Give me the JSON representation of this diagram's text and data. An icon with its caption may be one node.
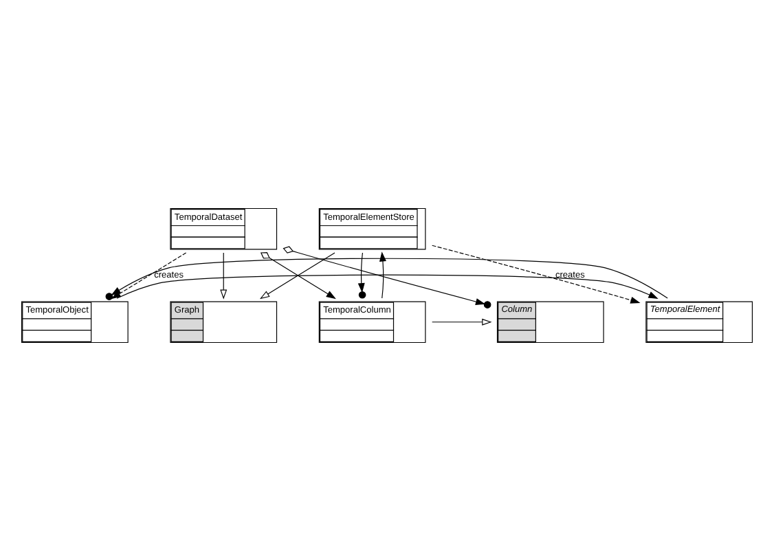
{
  "diagram": {
    "nodes": [
      {
        "text": [
          "Graph"
        ]
      },
      {
        "text": [
          "TemporalDataset"
        ]
      },
      {
        "text": [
          "TemporalElementStore"
        ]
      },
      {
        "text": [
          "Column"
        ]
      },
      {
        "text": [
          "TemporalColumn"
        ]
      },
      {
        "text": [
          "TemporalObject"
        ]
      },
      {
        "text": [
          "TemporalElement"
        ]
      }
    ],
    "edges": [
      {
        "from": 1,
        "to": 0,
        "arrow": "to"
      },
      {
        "from": 2,
        "to": 0,
        "arrow": "to"
      },
      {
        "from": 1,
        "to": 3,
        "arrow": "to"
      },
      {
        "from": 1,
        "to": 4,
        "arrow": "to"
      },
      {
        "from": 4,
        "to": 3,
        "arrow": "to"
      },
      {
        "from": 2,
        "to": 4,
        "arrow": "to"
      },
      {
        "from": 4,
        "to": 2,
        "arrow": "to"
      },
      {
        "from": 1,
        "to": 5,
        "arrow": "to",
        "label": "creates",
        "style": "dashed"
      },
      {
        "from": 2,
        "to": 6,
        "arrow": "to",
        "label": "creates",
        "style": "dashed"
      },
      {
        "from": 5,
        "to": 6,
        "arrow": "to"
      },
      {
        "from": 6,
        "to": 5,
        "arrow": "to"
      }
    ]
  }
}
